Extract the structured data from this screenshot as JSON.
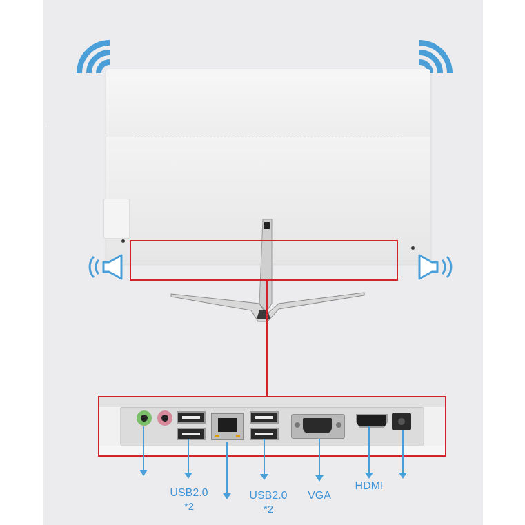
{
  "diagram": {
    "colors": {
      "label": "#3e93d6",
      "arrow": "#4a9fd8",
      "highlight": "#d2232a",
      "monitor": "#ececec"
    },
    "icons": [
      "wifi-icon",
      "wifi-icon",
      "speaker-icon",
      "speaker-icon"
    ],
    "ports": [
      {
        "label": "USB2.0",
        "count": "*2"
      },
      {
        "label": "USB2.0",
        "count": "*2"
      },
      {
        "label": "VGA"
      },
      {
        "label": "HDMI"
      }
    ]
  }
}
